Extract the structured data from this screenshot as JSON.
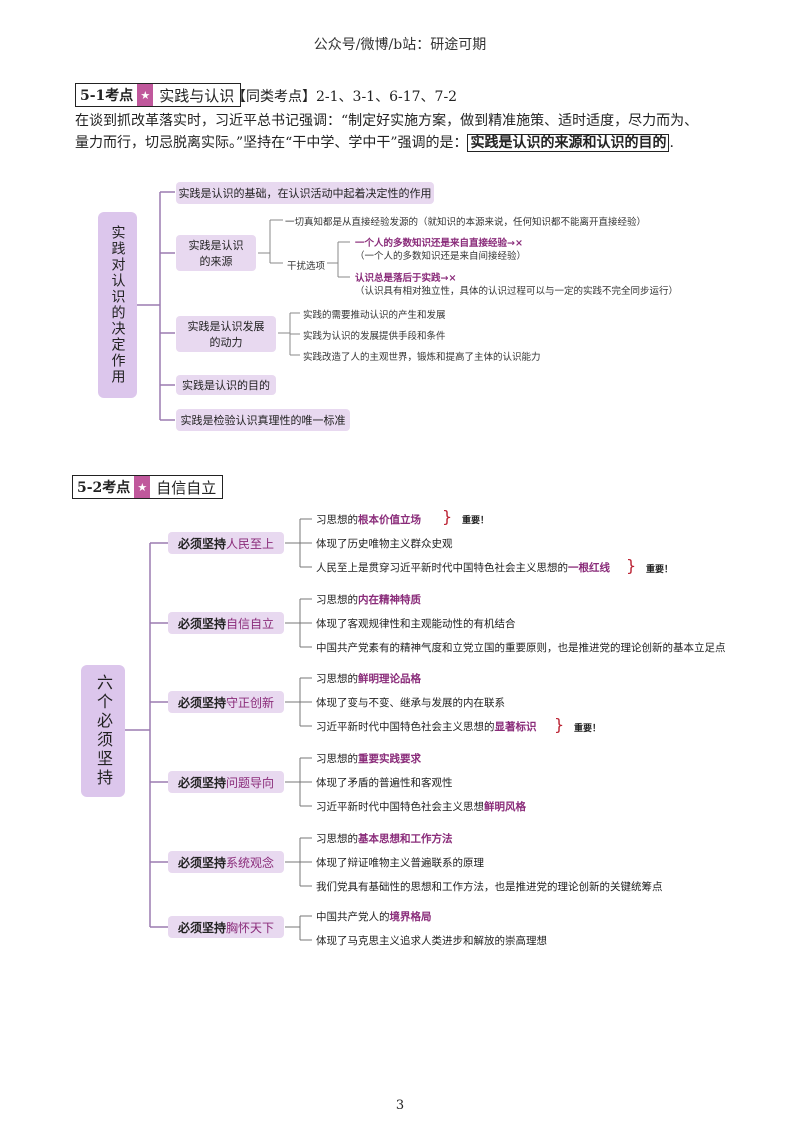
{
  "header": "公众号/微博/b站：研途可期",
  "section1": {
    "num": "5-1考点",
    "star": "★",
    "title": "实践与认识",
    "related": "【同类考点】2-1、3-1、6-17、7-2",
    "para_line1": "在谈到抓改革落实时，习近平总书记强调：“制定好实施方案，做到精准施策、适时适度，尽力而为、",
    "para_line2": "量力而行，切忌脱离实际。”坚持在“干中学、学中干”强调的是：",
    "para_answer": "实践是认识的来源和认识的目的",
    "para_end": ".",
    "root": "实践对认识的决定作用",
    "branch1": "实践是认识的基础，在认识活动中起着决定性的作用",
    "branch2": "实践是认识的来源",
    "b2_leaf1": "一切真知都是从直接经验发源的（就知识的本源来说，任何知识都不能离开直接经验）",
    "b2_distractor": "干扰选项",
    "b2_d1": "一个人的多数知识还是来自直接经验→×",
    "b2_d1_note": "（一个人的多数知识还是来自间接经验）",
    "b2_d2": "认识总是落后于实践→×",
    "b2_d2_note": "（认识具有相对独立性，具体的认识过程可以与一定的实践不完全同步运行）",
    "branch3": "实践是认识发展的动力",
    "b3_leaf1": "实践的需要推动认识的产生和发展",
    "b3_leaf2": "实践为认识的发展提供手段和条件",
    "b3_leaf3": "实践改造了人的主观世界，锻炼和提高了主体的认识能力",
    "branch4": "实践是认识的目的",
    "branch5": "实践是检验认识真理性的唯一标准"
  },
  "section2": {
    "num": "5-2考点",
    "star": "★",
    "title": "自信自立",
    "root": "六个必须坚持",
    "important": "重要！",
    "branches": [
      {
        "prefix": "必须坚持",
        "key": "人民至上",
        "l1a": "习思想的",
        "l1b": "根本价值立场",
        "l2": "体现了历史唯物主义群众史观",
        "l3a": "人民至上是贯穿习近平新时代中国特色社会主义思想的",
        "l3b": "一根红线"
      },
      {
        "prefix": "必须坚持",
        "key": "自信自立",
        "l1a": "习思想的",
        "l1b": "内在精神特质",
        "l2": "体现了客观规律性和主观能动性的有机结合",
        "l3a": "中国共产党素有的精神气度和立党立国的重要原则，也是推进党的理论创新的基本立足点",
        "l3b": ""
      },
      {
        "prefix": "必须坚持",
        "key": "守正创新",
        "l1a": "习思想的",
        "l1b": "鲜明理论品格",
        "l2": "体现了变与不变、继承与发展的内在联系",
        "l3a": "习近平新时代中国特色社会主义思想的",
        "l3b": "显著标识"
      },
      {
        "prefix": "必须坚持",
        "key": "问题导向",
        "l1a": "习思想的",
        "l1b": "重要实践要求",
        "l2": "体现了矛盾的普遍性和客观性",
        "l3a": "习近平新时代中国特色社会主义思想",
        "l3b": "鲜明风格"
      },
      {
        "prefix": "必须坚持",
        "key": "系统观念",
        "l1a": "习思想的",
        "l1b": "基本思想和工作方法",
        "l2": "体现了辩证唯物主义普遍联系的原理",
        "l3a": "我们党具有基础性的思想和工作方法，也是推进党的理论创新的关键统筹点",
        "l3b": ""
      },
      {
        "prefix": "必须坚持",
        "key": "胸怀天下",
        "l1a": "中国共产党人的",
        "l1b": "境界格局",
        "l2": "体现了马克思主义追求人类进步和解放的崇高理想",
        "l3a": "",
        "l3b": ""
      }
    ]
  },
  "page_number": "3"
}
